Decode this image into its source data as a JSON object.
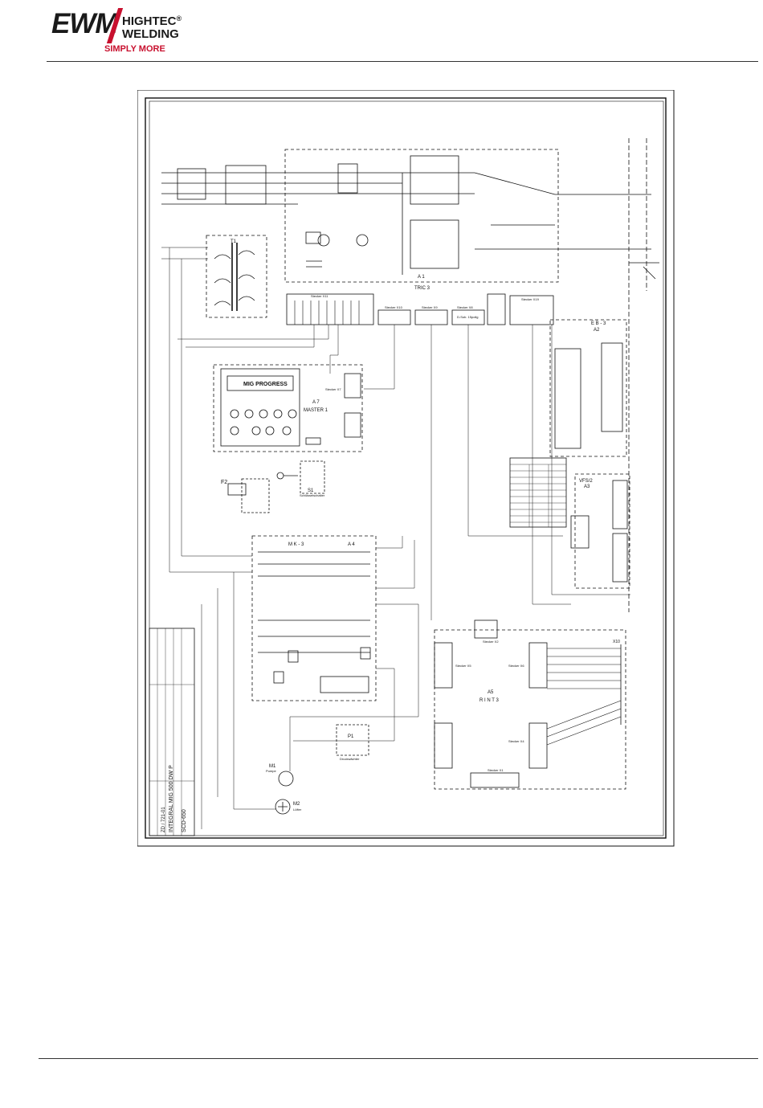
{
  "logo": {
    "brand": "EWM",
    "line1": "HIGHTEC",
    "registered": "®",
    "line2": "WELDING",
    "tagline": "SIMPLY MORE"
  },
  "diagram": {
    "module_a1": "A 1",
    "module_a1_name": "TRIC 3",
    "module_a7": "A 7",
    "module_a7_name": "MASTER 1",
    "panel_title": "MIG PROGRESS",
    "module_a4": "A 4",
    "module_a4_name": "M K - 3",
    "module_a5": "A5",
    "module_a5_name": "R I N T 3",
    "module_a2": "A2",
    "module_a2_name": "E B - 3",
    "module_a3": "A3",
    "module_a3_name": "VFS/2",
    "transformer": "T1",
    "fuse_f2": "F2",
    "switch_s1": "S1",
    "switch_s1_label": "Schlüsselschalter",
    "pressure_switch": "P1",
    "pressure_switch_label": "Druckwächter",
    "pump": "M1",
    "pump_label": "Pumpe",
    "fan": "M2",
    "fan_label": "Lüfter",
    "terminal_x10": "X10",
    "dsub_15": "D-Sub. 15polig",
    "plug_x10": "Stecker X10",
    "plug_x9": "Stecker X9",
    "plug_x8": "Stecker X8",
    "plug_x7": "Stecker X7",
    "plug_x2": "Stecker X2",
    "plug_x11": "Stecker X11",
    "plug_x6": "Stecker X6",
    "plug_x5": "Stecker X5",
    "plug_x4": "Stecker X4",
    "plug_x1": "Stecker X1",
    "plug_x19": "Stecker X19",
    "title_block_title": "INTEGRAL MIG 500 DW P",
    "title_block_sub": "SCD-650",
    "drawing_number": "ZD / 721-01"
  },
  "colors": {
    "line": "#111111",
    "brand_red": "#c8102e"
  }
}
